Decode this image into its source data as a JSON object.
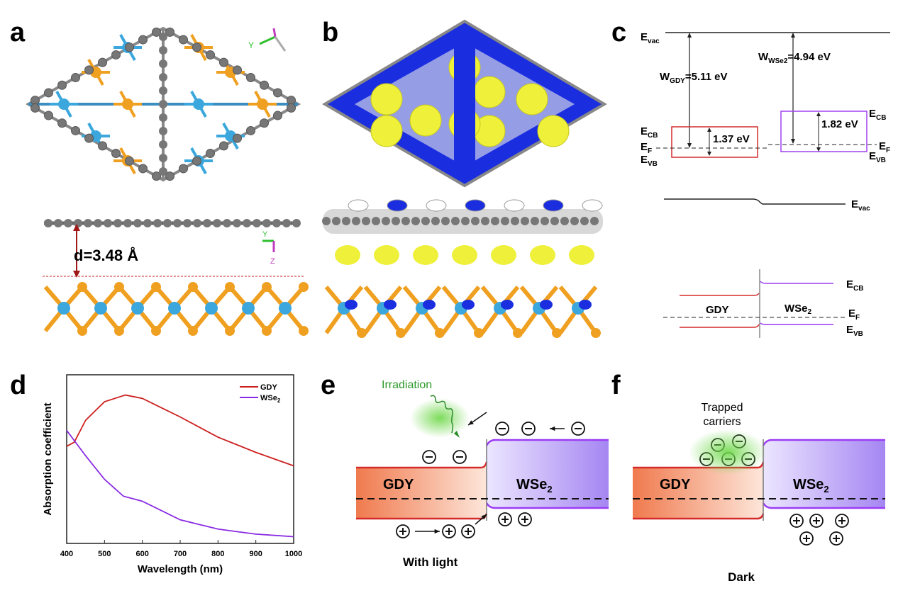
{
  "panels": {
    "a": "a",
    "b": "b",
    "c": "c",
    "d": "d",
    "e": "e",
    "f": "f"
  },
  "panel_a": {
    "distance_label": "d=3.48 Å",
    "axis_y": "Y",
    "axis_z": "Z"
  },
  "panel_c": {
    "e_vac": {
      "main": "E",
      "sub": "vac"
    },
    "e_cb": {
      "main": "E",
      "sub": "CB"
    },
    "e_f": {
      "main": "E",
      "sub": "F"
    },
    "e_vb": {
      "main": "E",
      "sub": "VB"
    },
    "w_gdy": {
      "main": "W",
      "sub": "GDY",
      "value": "=5.11 eV"
    },
    "w_wse2": {
      "main": "W",
      "sub": "WSe2",
      "value": "=4.94 eV"
    },
    "gap_gdy": "1.37 eV",
    "gap_wse2": "1.82 eV",
    "gdy": "GDY",
    "wse2": {
      "main": "WSe",
      "sub": "2"
    },
    "colors": {
      "gdy": "#d42a2a",
      "wse2": "#9b3cf5"
    }
  },
  "panel_e": {
    "irradiation": "Irradiation",
    "gdy": "GDY",
    "wse2": {
      "main": "WSe",
      "sub": "2"
    },
    "caption": "With light",
    "electron": "−",
    "hole": "+"
  },
  "panel_f": {
    "trapped_line1": "Trapped",
    "trapped_line2": "carriers",
    "gdy": "GDY",
    "wse2": {
      "main": "WSe",
      "sub": "2"
    },
    "caption": "Dark"
  },
  "chart_data": {
    "type": "line",
    "title": "",
    "xlabel": "Wavelength (nm)",
    "ylabel": "Absorption coefficient",
    "xlim": [
      400,
      1000
    ],
    "ylim": [
      0,
      1
    ],
    "xticks": [
      "400",
      "500",
      "600",
      "700",
      "800",
      "900",
      "1000"
    ],
    "legend_position": "top-right",
    "series": [
      {
        "name": "GDY",
        "legend_main": "GDY",
        "legend_sub": "",
        "color": "#cc1f1f",
        "x": [
          400,
          420,
          450,
          500,
          555,
          600,
          700,
          800,
          900,
          1000
        ],
        "y": [
          0.576,
          0.6,
          0.73,
          0.84,
          0.88,
          0.86,
          0.75,
          0.63,
          0.54,
          0.46
        ]
      },
      {
        "name": "WSe2",
        "legend_main": "WSe",
        "legend_sub": "2",
        "color": "#8a2be2",
        "x": [
          400,
          450,
          500,
          550,
          600,
          700,
          800,
          900,
          1000
        ],
        "y": [
          0.67,
          0.52,
          0.38,
          0.28,
          0.25,
          0.14,
          0.085,
          0.055,
          0.04
        ]
      }
    ]
  }
}
